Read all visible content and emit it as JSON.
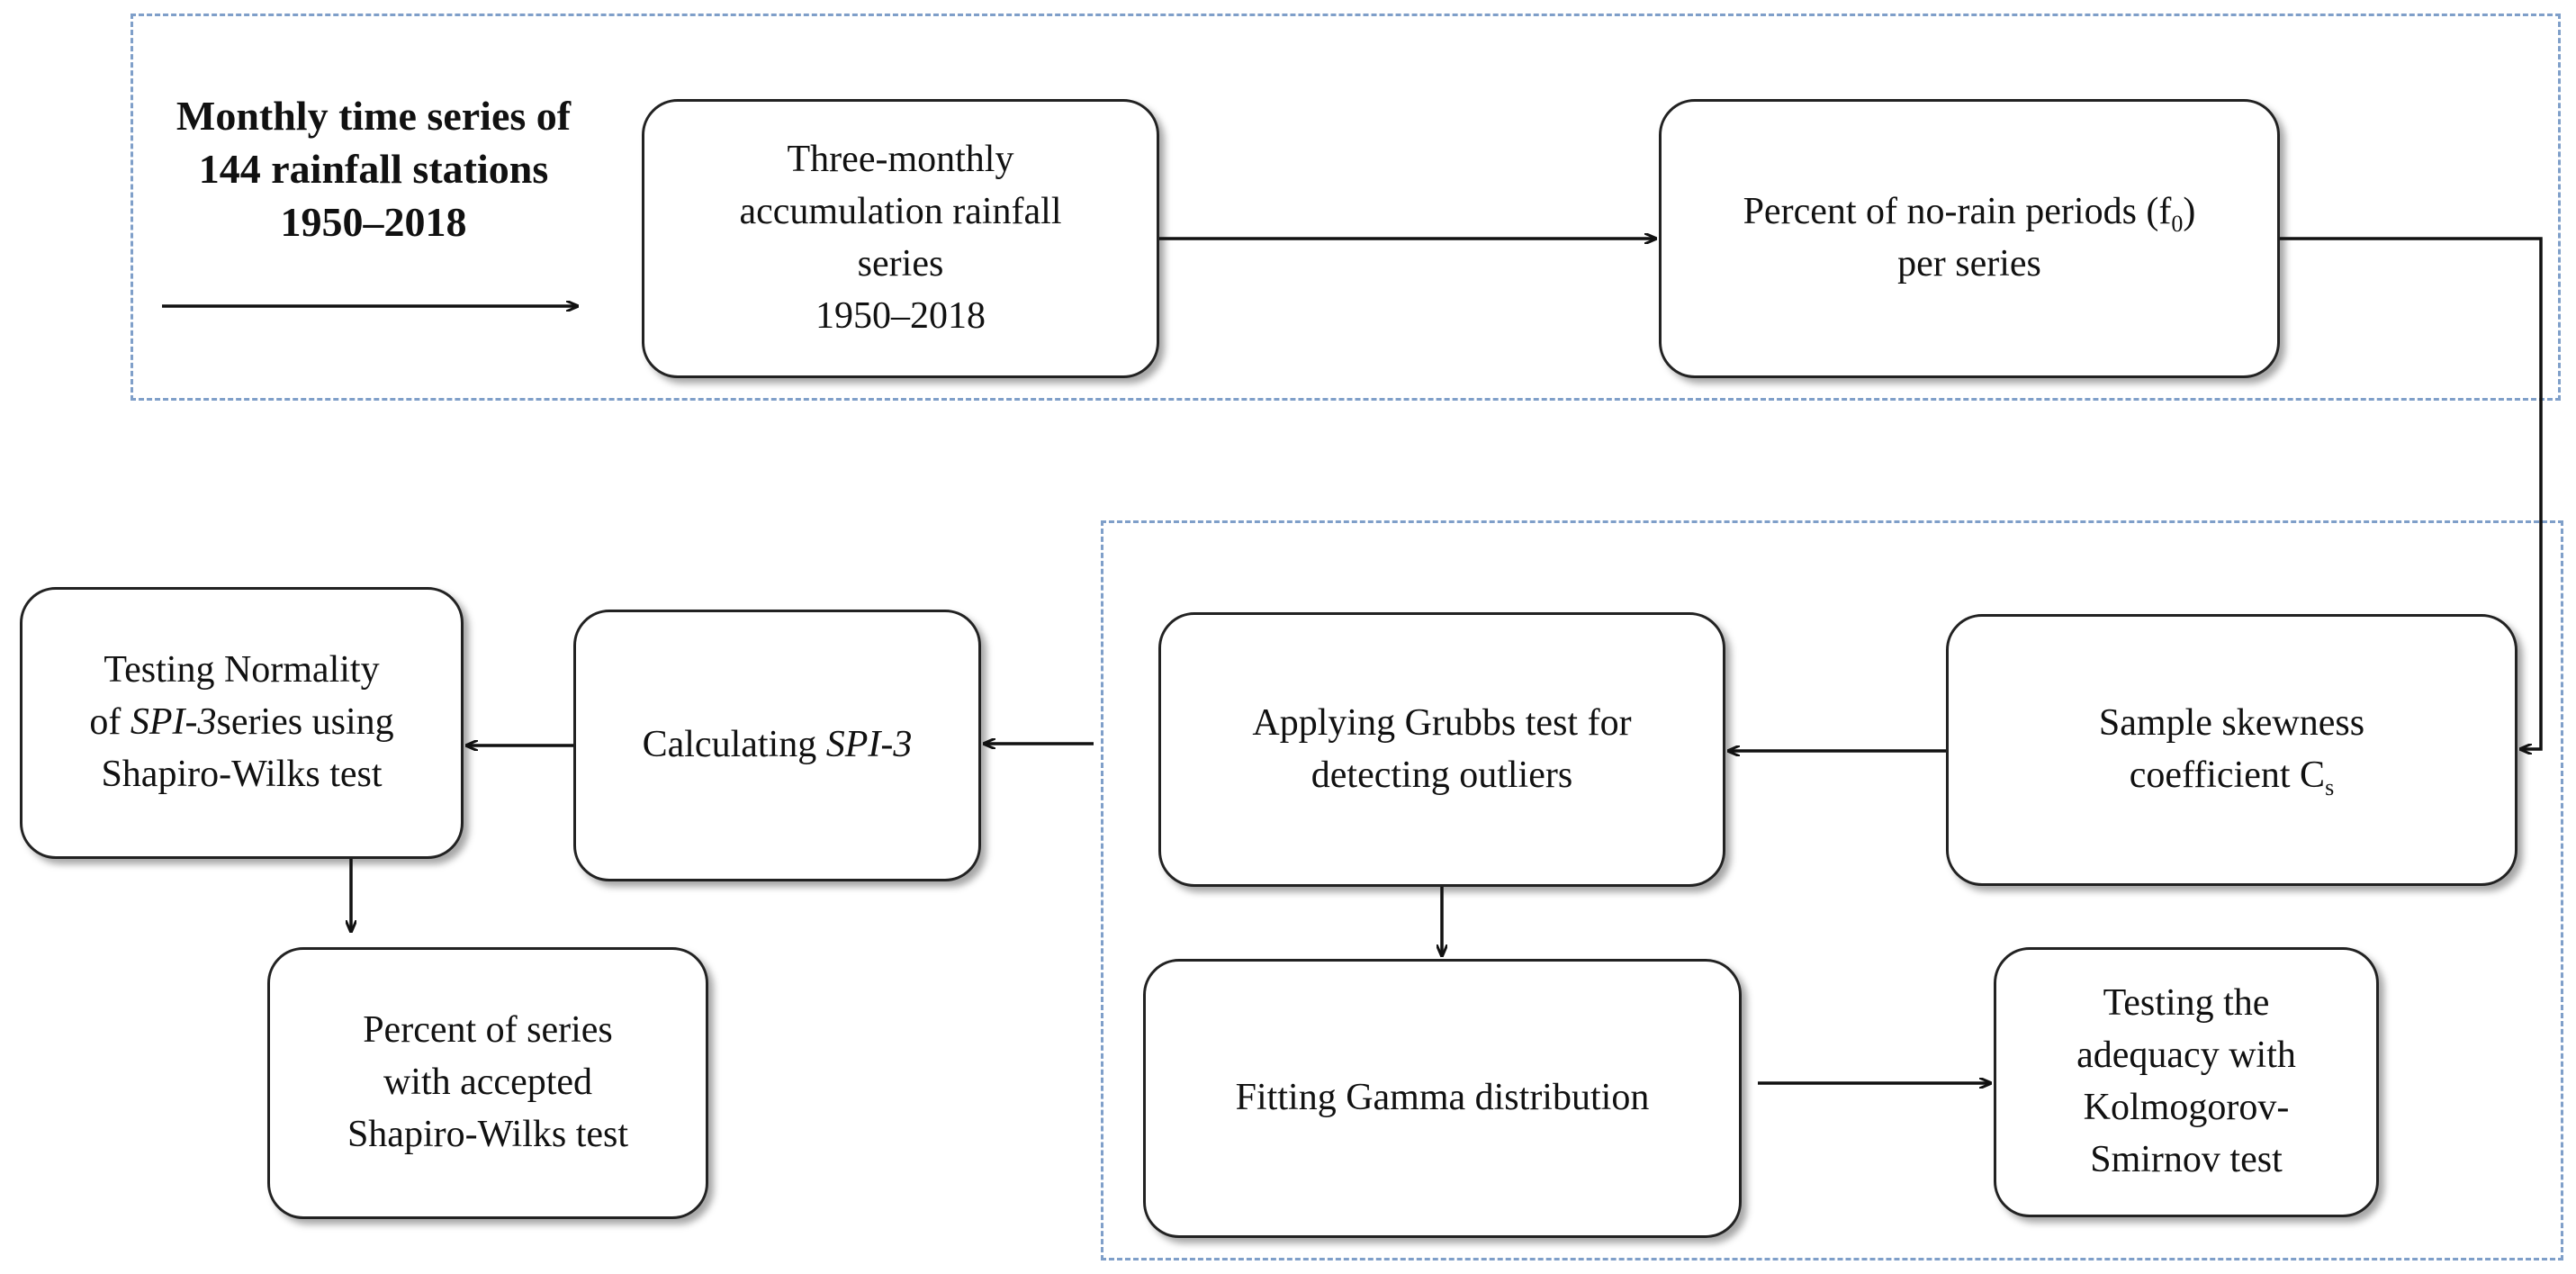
{
  "title": {
    "line1": "Monthly time series of",
    "line2": "144 rainfall stations",
    "line3": "1950–2018"
  },
  "nodes": {
    "three_monthly": {
      "lines": [
        "Three-monthly",
        "accumulation rainfall",
        "series",
        "1950–2018"
      ]
    },
    "no_rain": {
      "line1_pre": "Percent of no-rain periods (f",
      "line1_sub": "0",
      "line1_post": ")",
      "line2": "per series"
    },
    "skewness": {
      "line1": "Sample skewness",
      "line2_pre": "coefficient C",
      "line2_sub": "s"
    },
    "grubbs": {
      "lines": [
        "Applying Grubbs test for",
        "detecting outliers"
      ]
    },
    "gamma": {
      "label": "Fitting Gamma distribution"
    },
    "ks_test": {
      "lines": [
        "Testing the",
        "adequacy with",
        "Kolmogorov-",
        "Smirnov test"
      ]
    },
    "spi": {
      "pre": "Calculating ",
      "italic": "SPI-3"
    },
    "normality": {
      "line1": "Testing Normality",
      "line2_pre": "of ",
      "line2_italic": "SPI-3",
      "line2_post": "series using",
      "line3": "Shapiro-Wilks test"
    },
    "accepted": {
      "lines": [
        "Percent of series",
        "with accepted",
        "Shapiro-Wilks test"
      ]
    }
  },
  "colors": {
    "zone_border": "#7f9fc9",
    "box_border": "#222222",
    "arrow": "#111111"
  }
}
